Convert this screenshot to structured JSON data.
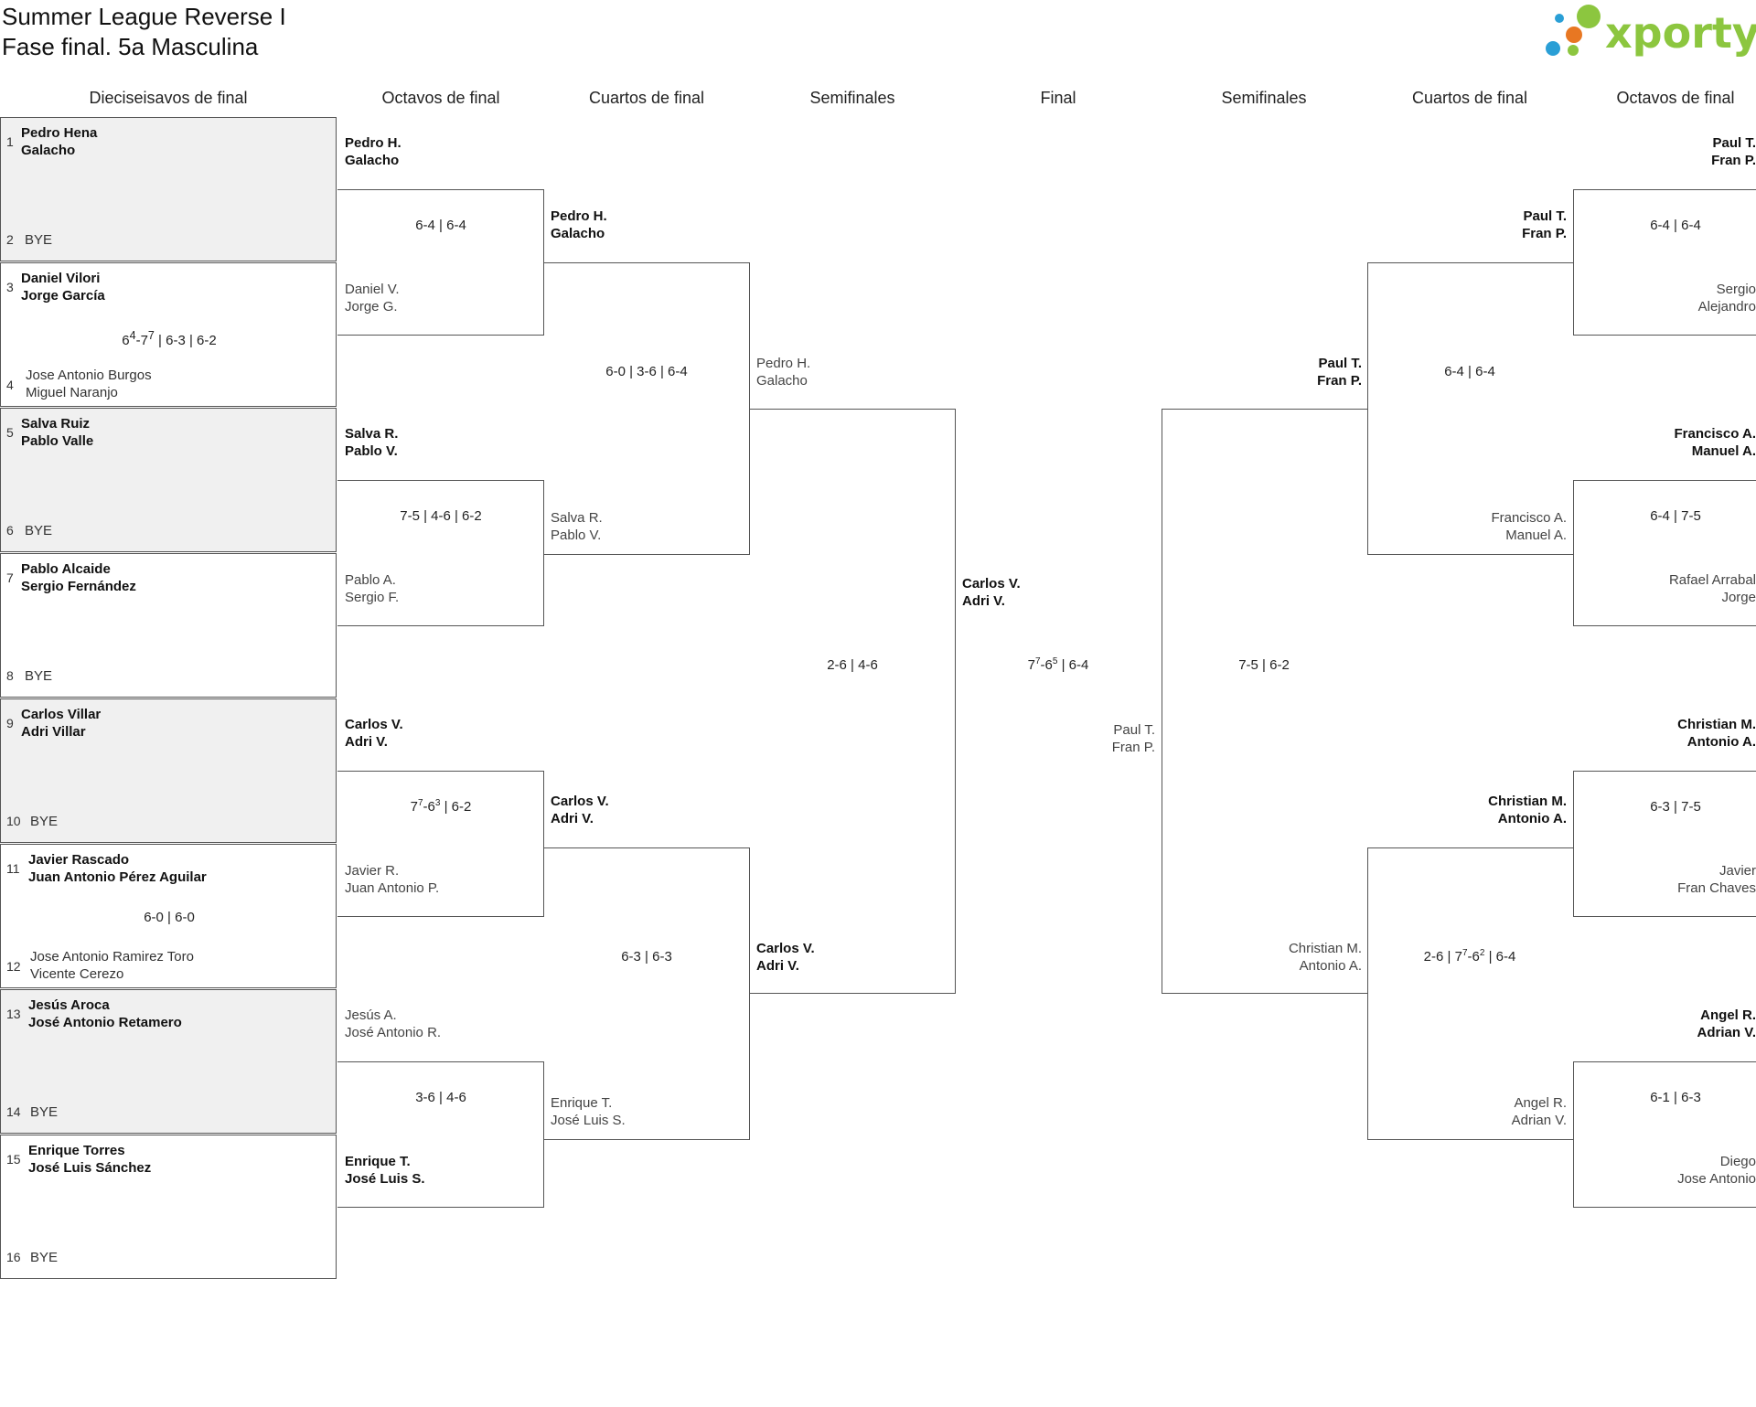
{
  "header": {
    "title_line1": "Summer League Reverse I",
    "title_line2": "Fase final. 5a Masculina",
    "logo_text": "xporty",
    "logo_colors": [
      "#8cc63f",
      "#e87722",
      "#2a9fd6"
    ]
  },
  "columns": [
    "Dieciseisavos de final",
    "Octavos de final",
    "Cuartos de final",
    "Semifinales",
    "Final",
    "Semifinales",
    "Cuartos de final",
    "Octavos de final"
  ],
  "round1": [
    {
      "seed_a": "1",
      "a1": "Pedro Hena",
      "a2": "Galacho",
      "seed_b": "2",
      "b": "BYE",
      "shaded": true
    },
    {
      "seed_a": "3",
      "a1": "Daniel Vilori",
      "a2": "Jorge García",
      "score": "64-77 | 6-3 | 6-2",
      "seed_b": "4",
      "b1": "Jose Antonio Burgos",
      "b2": "Miguel Naranjo",
      "shaded": false
    },
    {
      "seed_a": "5",
      "a1": "Salva Ruiz",
      "a2": "Pablo Valle",
      "seed_b": "6",
      "b": "BYE",
      "shaded": true
    },
    {
      "seed_a": "7",
      "a1": "Pablo Alcaide",
      "a2": "Sergio Fernández",
      "seed_b": "8",
      "b": "BYE",
      "shaded": false
    },
    {
      "seed_a": "9",
      "a1": "Carlos Villar",
      "a2": "Adri Villar",
      "seed_b": "10",
      "b": "BYE",
      "shaded": true
    },
    {
      "seed_a": "11",
      "a1": "Javier Rascado",
      "a2": "Juan Antonio Pérez Aguilar",
      "score": "6-0 | 6-0",
      "seed_b": "12",
      "b1": "Jose Antonio Ramirez Toro",
      "b2": "Vicente Cerezo",
      "shaded": false
    },
    {
      "seed_a": "13",
      "a1": "Jesús Aroca",
      "a2": "José Antonio Retamero",
      "seed_b": "14",
      "b": "BYE",
      "shaded": true
    },
    {
      "seed_a": "15",
      "a1": "Enrique Torres",
      "a2": "José Luis Sánchez",
      "seed_b": "16",
      "b": "BYE",
      "shaded": false
    }
  ],
  "left_octavos": [
    {
      "a1": "Pedro H.",
      "a2": "Galacho",
      "a_win": true,
      "score": "6-4 | 6-4",
      "b1": "Daniel V.",
      "b2": "Jorge G.",
      "b_win": false
    },
    {
      "a1": "Salva R.",
      "a2": "Pablo V.",
      "a_win": true,
      "score": "7-5 | 4-6 | 6-2",
      "b1": "Pablo A.",
      "b2": "Sergio F.",
      "b_win": false
    },
    {
      "a1": "Carlos V.",
      "a2": "Adri V.",
      "a_win": true,
      "score": "77-63 | 6-2",
      "b1": "Javier R.",
      "b2": "Juan Antonio P.",
      "b_win": false
    },
    {
      "a1": "Jesús A.",
      "a2": "José Antonio R.",
      "a_win": false,
      "score": "3-6 | 4-6",
      "b1": "Enrique T.",
      "b2": "José Luis S.",
      "b_win": true
    }
  ],
  "left_cuartos": [
    {
      "a1": "Pedro H.",
      "a2": "Galacho",
      "a_win": true,
      "score": "6-0 | 3-6 | 6-4",
      "b1": "Salva R.",
      "b2": "Pablo V.",
      "b_win": false
    },
    {
      "a1": "Carlos V.",
      "a2": "Adri V.",
      "a_win": true,
      "score": "6-3 | 6-3",
      "b1": "Enrique T.",
      "b2": "José Luis S.",
      "b_win": false
    }
  ],
  "left_semi": {
    "a1": "Pedro H.",
    "a2": "Galacho",
    "a_win": false,
    "score": "2-6 | 4-6",
    "b1": "Carlos V.",
    "b2": "Adri V.",
    "b_win": true
  },
  "final": {
    "a1": "Carlos V.",
    "a2": "Adri V.",
    "a_win": true,
    "score": "77-65 | 6-4",
    "b1": "Paul T.",
    "b2": "Fran P.",
    "b_win": false
  },
  "right_semi": {
    "a1": "Paul T.",
    "a2": "Fran P.",
    "a_win": true,
    "score": "7-5 | 6-2",
    "b1": "Christian M.",
    "b2": "Antonio A.",
    "b_win": false
  },
  "right_cuartos": [
    {
      "a1": "Paul T.",
      "a2": "Fran P.",
      "a_win": true,
      "score": "6-4 | 6-4",
      "b1": "Francisco A.",
      "b2": "Manuel A.",
      "b_win": false
    },
    {
      "a1": "Christian M.",
      "a2": "Antonio A.",
      "a_win": true,
      "score": "2-6 | 77-62 | 6-4",
      "b1": "Angel R.",
      "b2": "Adrian V.",
      "b_win": false
    }
  ],
  "right_octavos": [
    {
      "a": "Paul T.",
      "a2": "Fran P.",
      "a_win": true,
      "score": "6-4 | 6-4",
      "b1": "Sergio",
      "b2": "Alejandro",
      "b_win": false
    },
    {
      "a": "Francisco A.",
      "a2": "Manuel A.",
      "a_win": true,
      "score": "6-4 | 7-5",
      "b1": "Rafael Arrabal",
      "b2": "Jorge",
      "b_win": false
    },
    {
      "a": "Christian M.",
      "a2": "Antonio A.",
      "a_win": true,
      "score": "6-3 | 7-5",
      "b1": "Javier",
      "b2": "Fran Chaves",
      "b_win": false
    },
    {
      "a": "Angel R.",
      "a2": "Adrian V.",
      "a_win": true,
      "score": "6-1 | 6-3",
      "b1": "Diego",
      "b2": "Jose Antonio",
      "b_win": false
    }
  ]
}
